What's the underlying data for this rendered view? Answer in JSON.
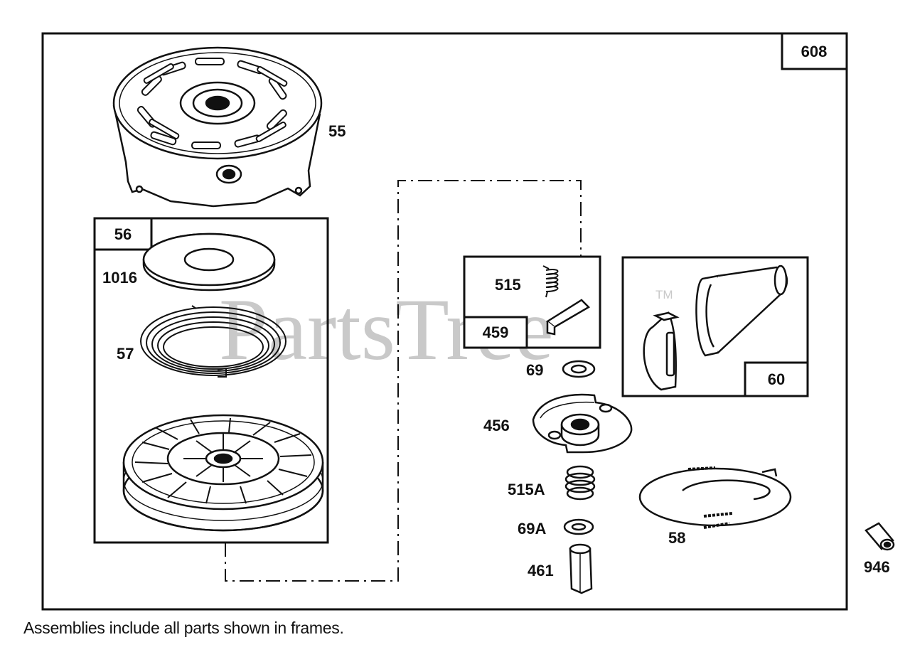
{
  "diagram": {
    "assembly_number": "608",
    "watermark": {
      "text": "PartsTree",
      "trademark": "TM"
    },
    "frames": [
      {
        "id": "56"
      },
      {
        "id": "459"
      },
      {
        "id": "60"
      }
    ],
    "parts": [
      {
        "id": "55"
      },
      {
        "id": "1016"
      },
      {
        "id": "57"
      },
      {
        "id": "515"
      },
      {
        "id": "69"
      },
      {
        "id": "456"
      },
      {
        "id": "515A"
      },
      {
        "id": "69A"
      },
      {
        "id": "461"
      },
      {
        "id": "58"
      },
      {
        "id": "946"
      }
    ],
    "caption": "Assemblies include all parts shown in frames."
  },
  "colors": {
    "line": "#111111",
    "watermark": "#c9c9c9",
    "background": "#ffffff"
  }
}
